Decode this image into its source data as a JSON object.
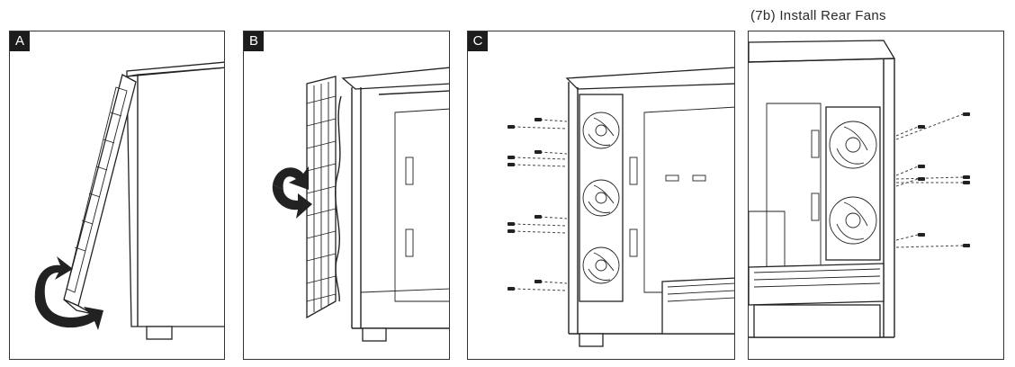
{
  "heading": "(7b) Install Rear Fans",
  "steps": [
    {
      "label": "A"
    },
    {
      "label": "B"
    },
    {
      "label": "C"
    }
  ]
}
